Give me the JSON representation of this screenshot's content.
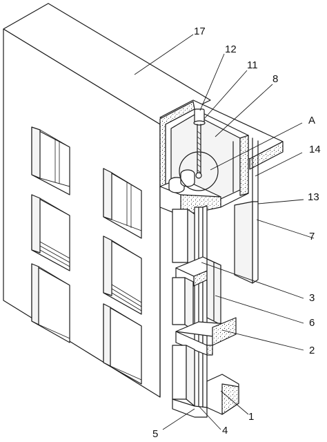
{
  "labels": [
    {
      "id": "17",
      "text": "17"
    },
    {
      "id": "12",
      "text": "12"
    },
    {
      "id": "11",
      "text": "11"
    },
    {
      "id": "8",
      "text": "8"
    },
    {
      "id": "A",
      "text": "A"
    },
    {
      "id": "14",
      "text": "14"
    },
    {
      "id": "13",
      "text": "13"
    },
    {
      "id": "7",
      "text": "7"
    },
    {
      "id": "3",
      "text": "3"
    },
    {
      "id": "6",
      "text": "6"
    },
    {
      "id": "2",
      "text": "2"
    },
    {
      "id": "1",
      "text": "1"
    },
    {
      "id": "4",
      "text": "4"
    },
    {
      "id": "5",
      "text": "5"
    }
  ]
}
